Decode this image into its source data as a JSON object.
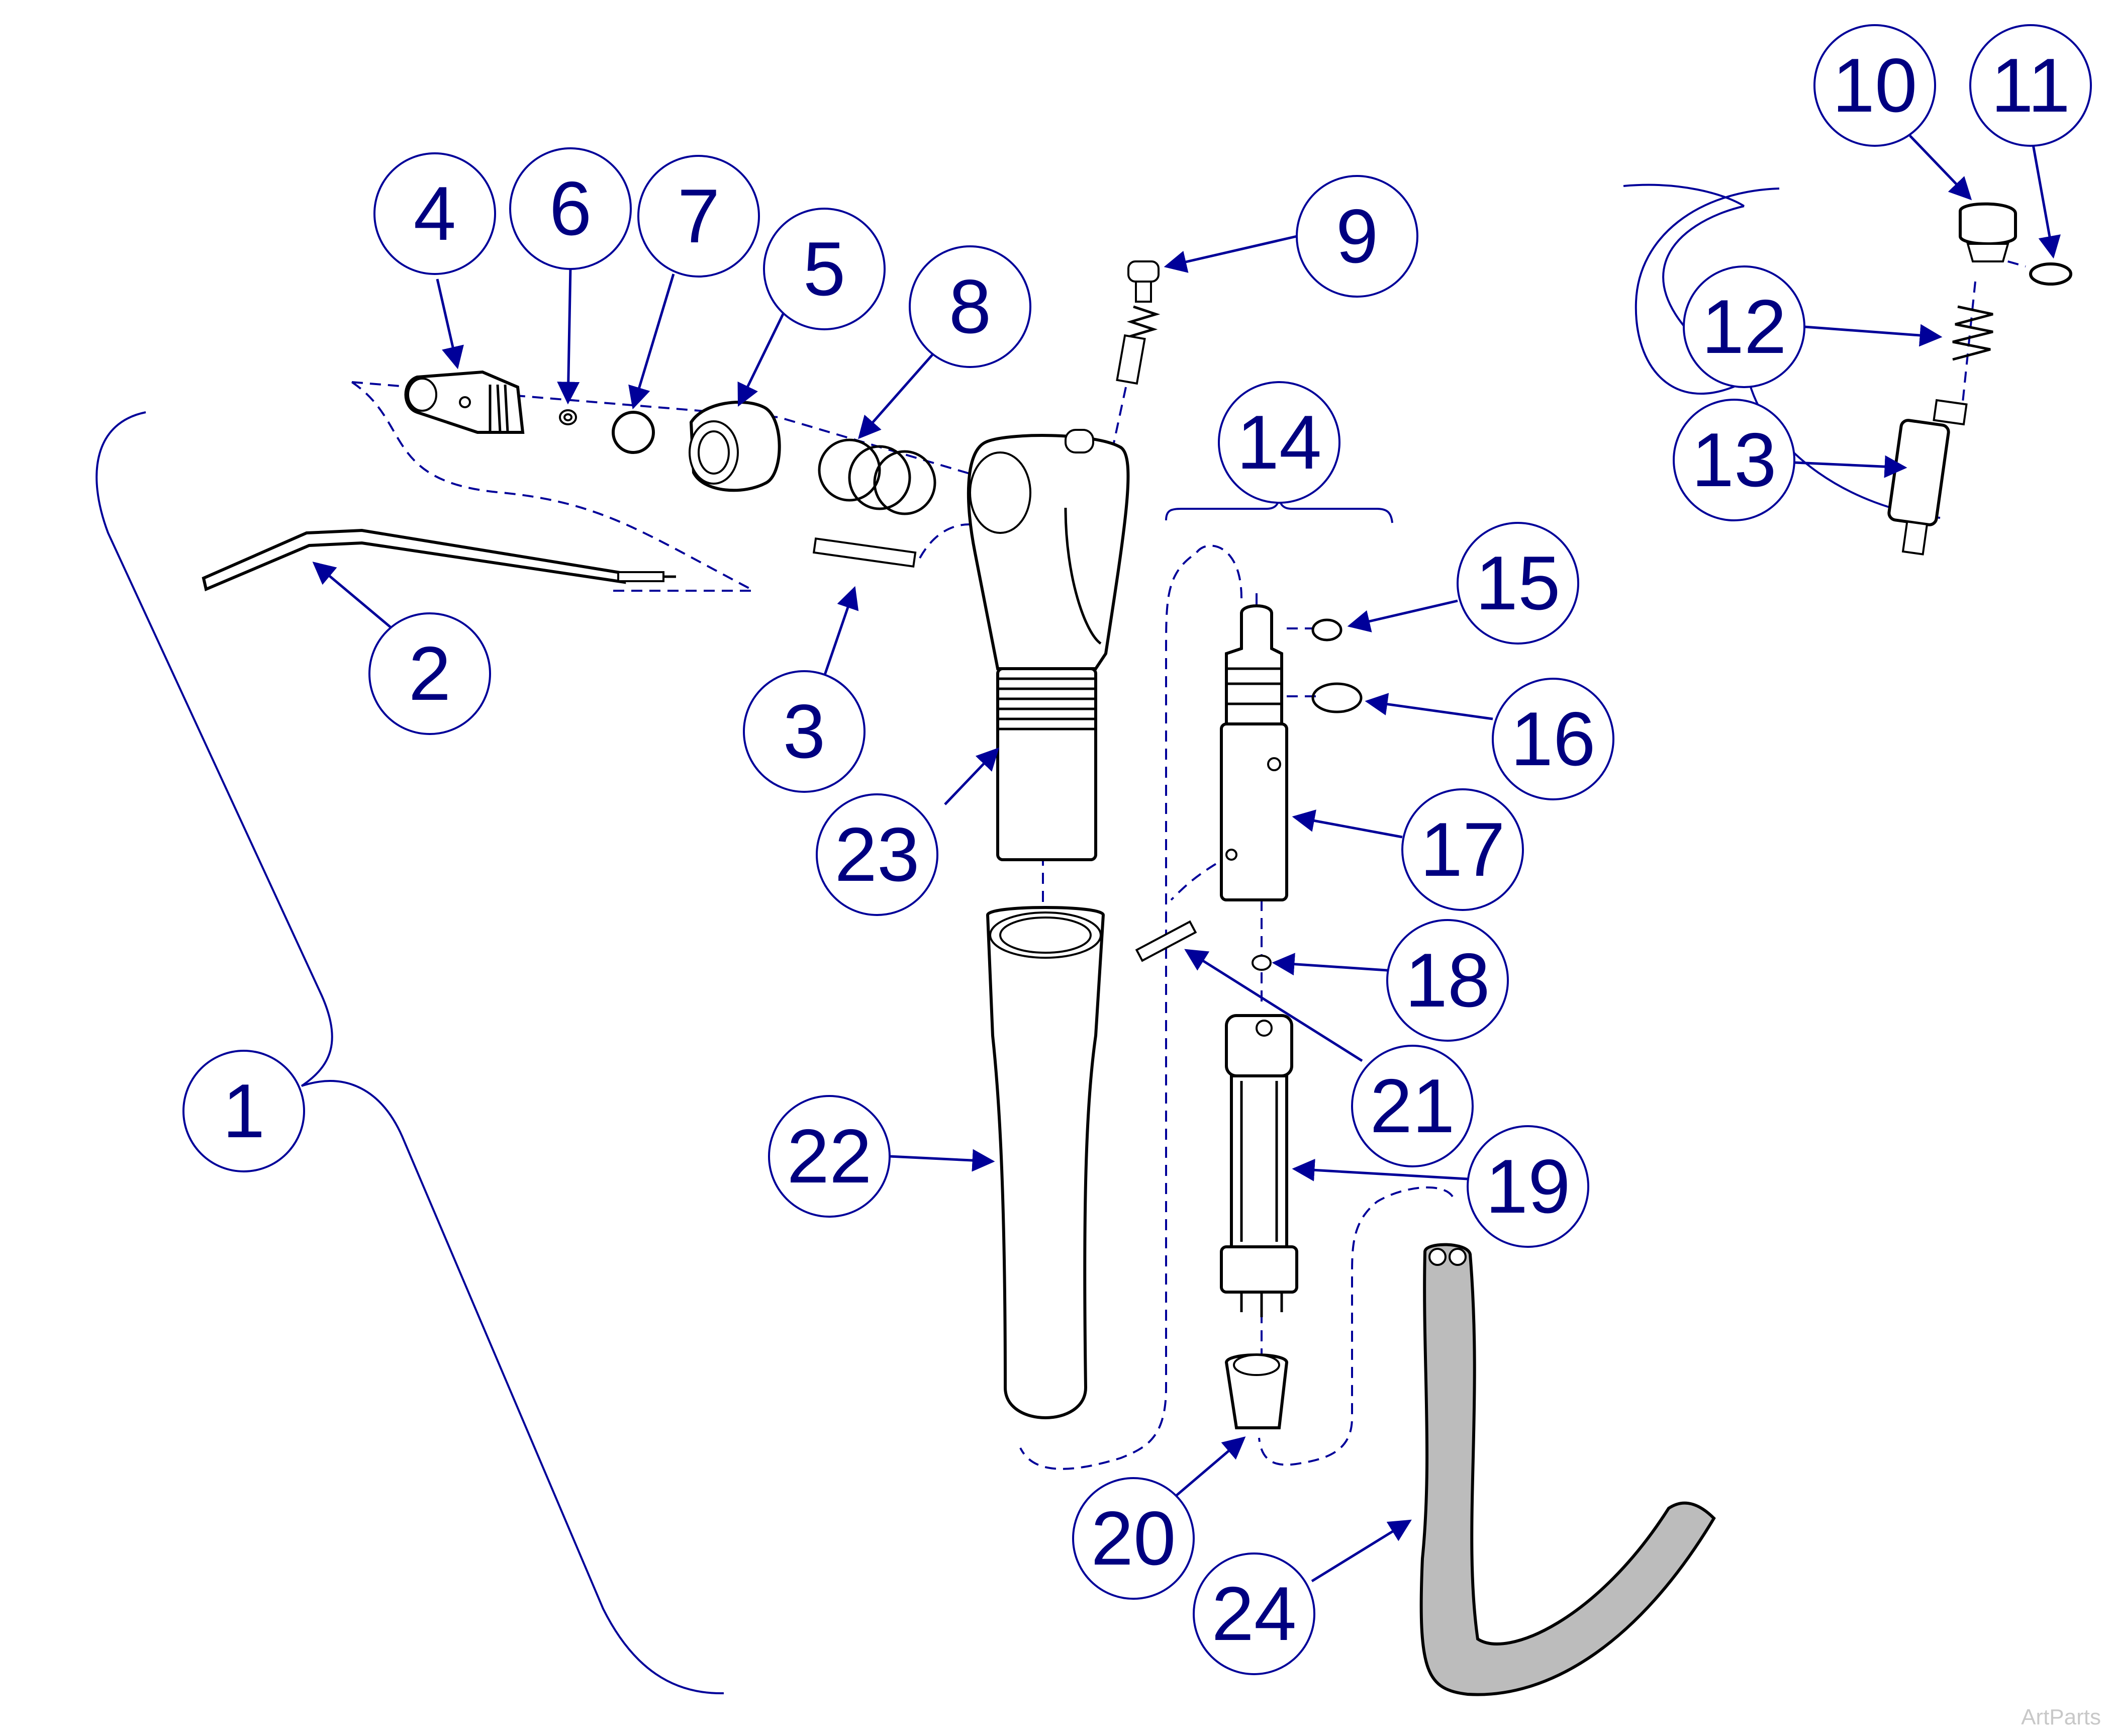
{
  "callouts": [
    {
      "id": "1",
      "label": "1"
    },
    {
      "id": "2",
      "label": "2"
    },
    {
      "id": "3",
      "label": "3"
    },
    {
      "id": "4",
      "label": "4"
    },
    {
      "id": "5",
      "label": "5"
    },
    {
      "id": "6",
      "label": "6"
    },
    {
      "id": "7",
      "label": "7"
    },
    {
      "id": "8",
      "label": "8"
    },
    {
      "id": "9",
      "label": "9"
    },
    {
      "id": "10",
      "label": "10"
    },
    {
      "id": "11",
      "label": "11"
    },
    {
      "id": "12",
      "label": "12"
    },
    {
      "id": "13",
      "label": "13"
    },
    {
      "id": "14",
      "label": "14"
    },
    {
      "id": "15",
      "label": "15"
    },
    {
      "id": "16",
      "label": "16"
    },
    {
      "id": "17",
      "label": "17"
    },
    {
      "id": "18",
      "label": "18"
    },
    {
      "id": "19",
      "label": "19"
    },
    {
      "id": "20",
      "label": "20"
    },
    {
      "id": "21",
      "label": "21"
    },
    {
      "id": "22",
      "label": "22"
    },
    {
      "id": "23",
      "label": "23"
    },
    {
      "id": "24",
      "label": "24"
    }
  ],
  "watermark": "ArtParts",
  "colors": {
    "callout": "#000099",
    "callout_text": "#000080",
    "line_art": "#000000",
    "hose_fill": "#bcbcbc",
    "watermark": "#c8c8c8",
    "background": "#ffffff"
  }
}
